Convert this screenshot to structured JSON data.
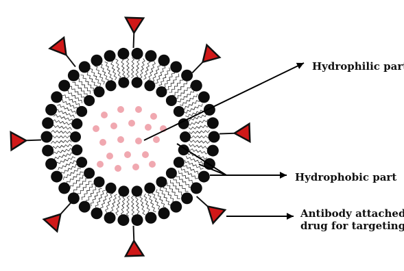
{
  "labels": {
    "hydrophilic": "Hydrophilic part",
    "hydrophobic": "Hydrophobic part",
    "antibody_line1": "Antibody attached",
    "antibody_line2": "drug for targeting"
  },
  "colors": {
    "head": "#0d0d0d",
    "tail": "#333333",
    "core_dot": "#f0a8b0",
    "antibody_fill": "#d01818",
    "antibody_stroke": "#111111",
    "line": "#000000"
  },
  "icons": {
    "phospholipid_head": "filled-circle",
    "antibody": "red-triangle-receptor",
    "drug": "pink-dot"
  }
}
